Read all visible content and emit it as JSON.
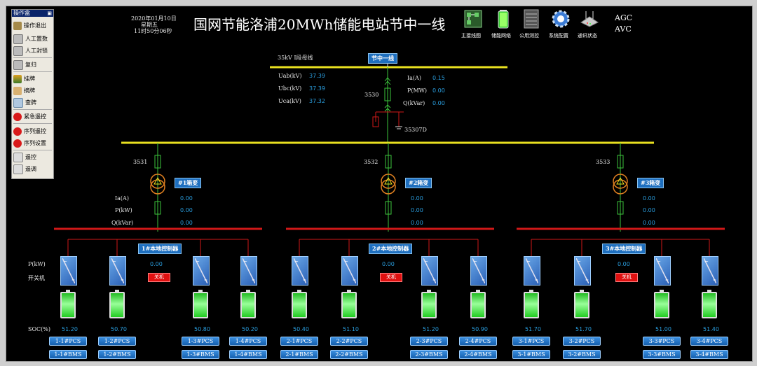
{
  "header": {
    "date": "2020年01月10日",
    "weekday": "星期五",
    "time": "11时50分06秒",
    "title": "国网节能洛浦20MWh储能电站节中一线",
    "icons": [
      {
        "label": "主接线图",
        "icon": "single-line-diagram-icon"
      },
      {
        "label": "储能网络",
        "icon": "battery-network-icon"
      },
      {
        "label": "公用测控",
        "icon": "cabinet-icon"
      },
      {
        "label": "系统配置",
        "icon": "gear-icon"
      },
      {
        "label": "通讯状态",
        "icon": "router-icon"
      }
    ],
    "agc": "AGC",
    "avc": "AVC"
  },
  "menu": {
    "title": "操作盒",
    "items": [
      {
        "label": "操作退出",
        "icon": "person-icon"
      },
      {
        "label": "人工置数",
        "icon": "lock-icon"
      },
      {
        "label": "人工封锁",
        "icon": "lock-icon"
      },
      {
        "label": "复归",
        "icon": "lock-icon"
      },
      {
        "label": "挂牌",
        "icon": "tag-icon"
      },
      {
        "label": "摘牌",
        "icon": "hand-icon"
      },
      {
        "label": "查牌",
        "icon": "search-icon"
      },
      {
        "label": "紧急遥控",
        "icon": "stop-icon"
      },
      {
        "label": "序列遥控",
        "icon": "stop-icon"
      },
      {
        "label": "序列设置",
        "icon": "stop-icon"
      },
      {
        "label": "遥控",
        "icon": "document-icon"
      },
      {
        "label": "遥调",
        "icon": "document-icon"
      }
    ]
  },
  "bus35": {
    "label": "35kV I段母线",
    "line_tag": "节中一线",
    "uab_label": "Uab(kV)",
    "uab": "37.39",
    "ubc_label": "Ubc(kV)",
    "ubc": "37.39",
    "uca_label": "Uca(kV)",
    "uca": "37.32",
    "breaker": "3530",
    "ground_switch": "35307D",
    "ia_label": "Ia(A)",
    "ia": "0.15",
    "p_label": "P(MW)",
    "p": "0.00",
    "q_label": "Q(kVar)",
    "q": "0.00"
  },
  "feeder_labels": {
    "ia": "Ia(A)",
    "p": "P(kW)",
    "q": "Q(kVar)",
    "pcs_p": "P(kW)",
    "switch": "开关机",
    "soc": "SOC(%)"
  },
  "feeders": [
    {
      "breaker": "3531",
      "transformer": "#1箱变",
      "ia": "0.00",
      "p": "0.00",
      "q": "0.00",
      "controller": "1#本地控制器",
      "ctrl_p": "0.00",
      "status": "关机",
      "soc": [
        "51.20",
        "50.70",
        "50.80",
        "50.20"
      ],
      "pcs": [
        "1-1#PCS",
        "1-2#PCS",
        "1-3#PCS",
        "1-4#PCS"
      ],
      "bms": [
        "1-1#BMS",
        "1-2#BMS",
        "1-3#BMS",
        "1-4#BMS"
      ]
    },
    {
      "breaker": "3532",
      "transformer": "#2箱变",
      "ia": "0.00",
      "p": "0.00",
      "q": "0.00",
      "controller": "2#本地控制器",
      "ctrl_p": "0.00",
      "status": "关机",
      "soc": [
        "50.40",
        "51.10",
        "51.20",
        "50.90"
      ],
      "pcs": [
        "2-1#PCS",
        "2-2#PCS",
        "2-3#PCS",
        "2-4#PCS"
      ],
      "bms": [
        "2-1#BMS",
        "2-2#BMS",
        "2-3#BMS",
        "2-4#BMS"
      ]
    },
    {
      "breaker": "3533",
      "transformer": "#3箱变",
      "ia": "0.00",
      "p": "0.00",
      "q": "0.00",
      "controller": "3#本地控制器",
      "ctrl_p": "0.00",
      "status": "关机",
      "soc": [
        "51.70",
        "51.70",
        "51.00",
        "51.40"
      ],
      "pcs": [
        "3-1#PCS",
        "3-2#PCS",
        "3-3#PCS",
        "3-4#PCS"
      ],
      "bms": [
        "3-1#BMS",
        "3-2#BMS",
        "3-3#BMS",
        "3-4#BMS"
      ]
    }
  ],
  "colors": {
    "bus": "#e8e020",
    "feeder_bus": "#d01818",
    "line": "#3cc43c",
    "value": "#2a9fe0"
  }
}
